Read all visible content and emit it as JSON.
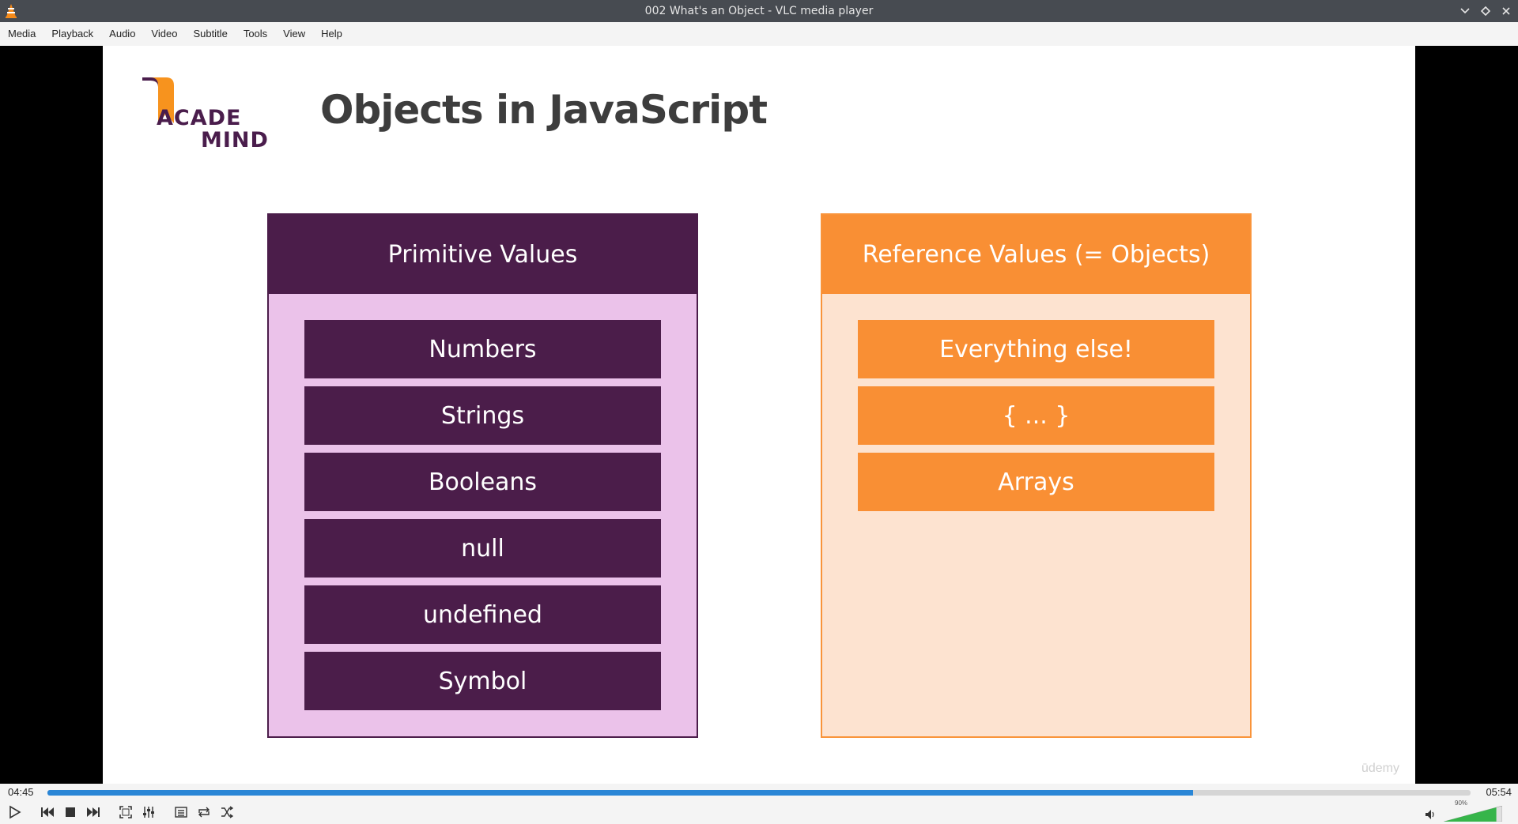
{
  "window": {
    "title": "002 What's an Object - VLC media player"
  },
  "menu": [
    "Media",
    "Playback",
    "Audio",
    "Video",
    "Subtitle",
    "Tools",
    "View",
    "Help"
  ],
  "slide": {
    "logo_line1": "ACADE",
    "logo_line2": "MIND",
    "title": "Objects in JavaScript",
    "primitive": {
      "header": "Primitive Values",
      "items": [
        "Numbers",
        "Strings",
        "Booleans",
        "null",
        "undefined",
        "Symbol"
      ]
    },
    "reference": {
      "header": "Reference Values (= Objects)",
      "items": [
        "Everything else!",
        "{ ... }",
        "Arrays"
      ]
    },
    "watermark": "ūdemy"
  },
  "player": {
    "elapsed": "04:45",
    "total": "05:54",
    "progress_fraction": 0.805,
    "volume_label": "90%",
    "volume_fraction": 0.9
  },
  "colors": {
    "primitive_dark": "#4b1d4a",
    "primitive_light": "#ebc2ea",
    "reference_dark": "#f98f34",
    "reference_light": "#fde3d0",
    "seek_fill": "#2a86d6",
    "volume_fill": "#36b54a"
  }
}
